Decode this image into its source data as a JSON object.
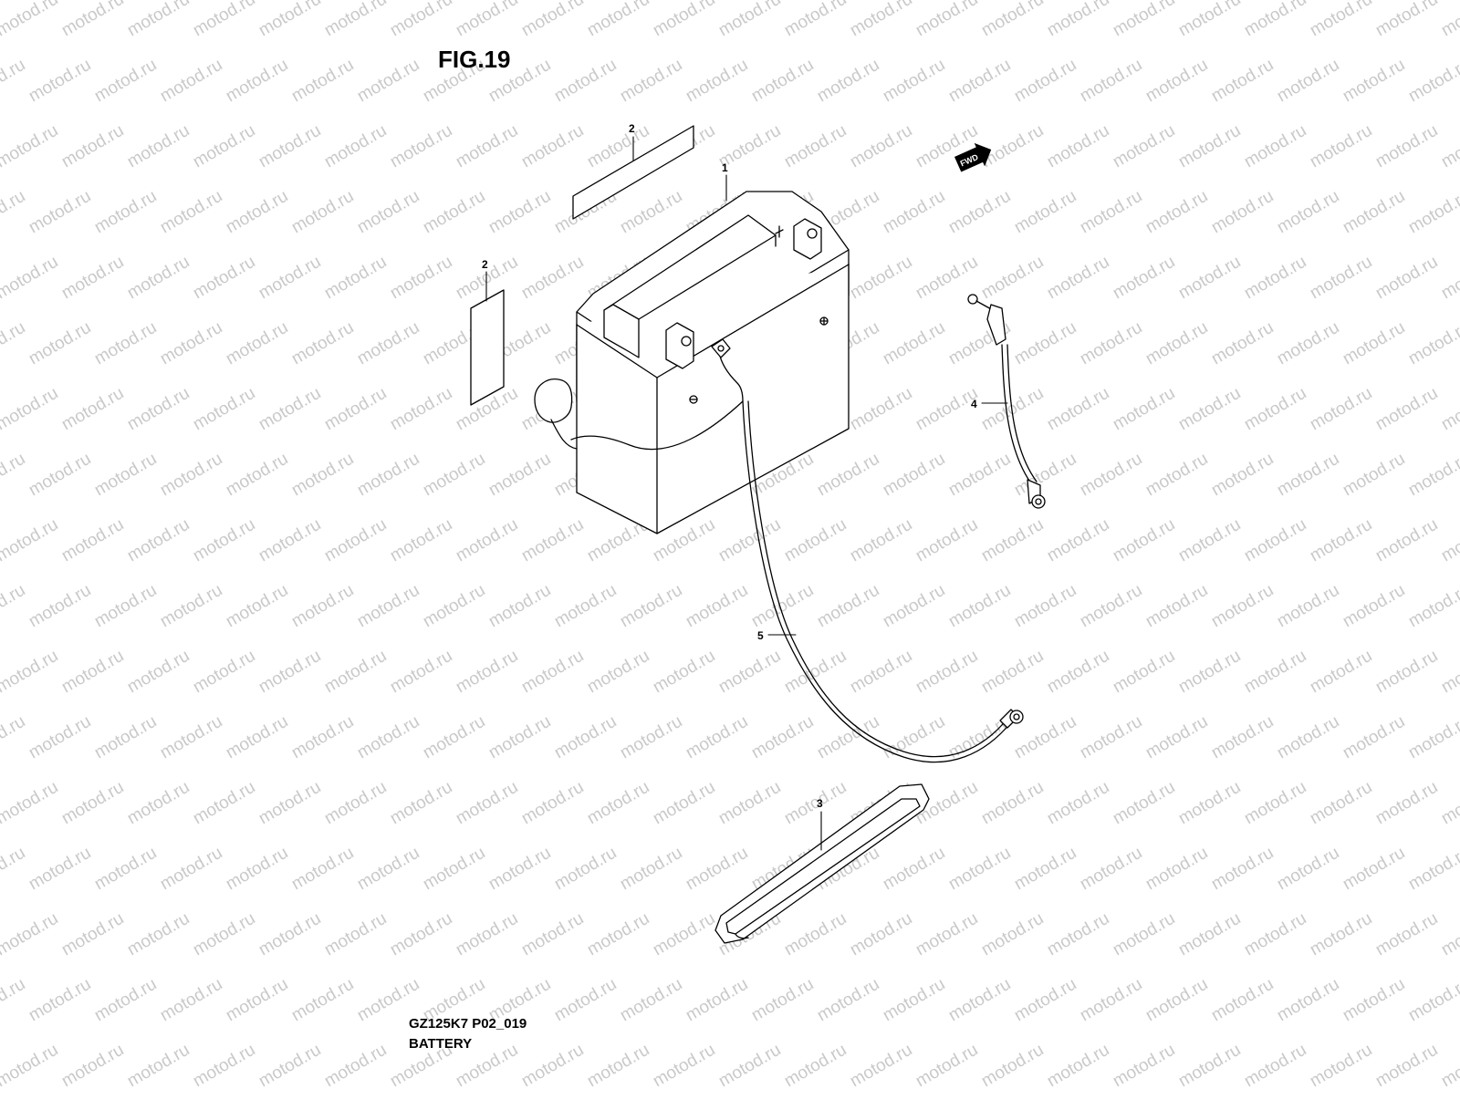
{
  "figure": {
    "title": "FIG.19"
  },
  "footer": {
    "model_code": "GZ125K7 P02_019",
    "section_name": "BATTERY"
  },
  "watermark": {
    "text": "motod.ru"
  },
  "direction_marker": {
    "label": "FWD",
    "icon": "forward-arrow-icon"
  },
  "callouts": [
    {
      "id": "callout-1",
      "label": "1",
      "part": "battery"
    },
    {
      "id": "callout-2a",
      "label": "2",
      "part": "battery-label-top"
    },
    {
      "id": "callout-2b",
      "label": "2",
      "part": "battery-label-side"
    },
    {
      "id": "callout-3",
      "label": "3",
      "part": "battery-band"
    },
    {
      "id": "callout-4",
      "label": "4",
      "part": "ground-lead"
    },
    {
      "id": "callout-5",
      "label": "5",
      "part": "battery-cable"
    }
  ],
  "colors": {
    "line": "#000000",
    "watermark": "#c9c9c9",
    "background": "#ffffff"
  }
}
